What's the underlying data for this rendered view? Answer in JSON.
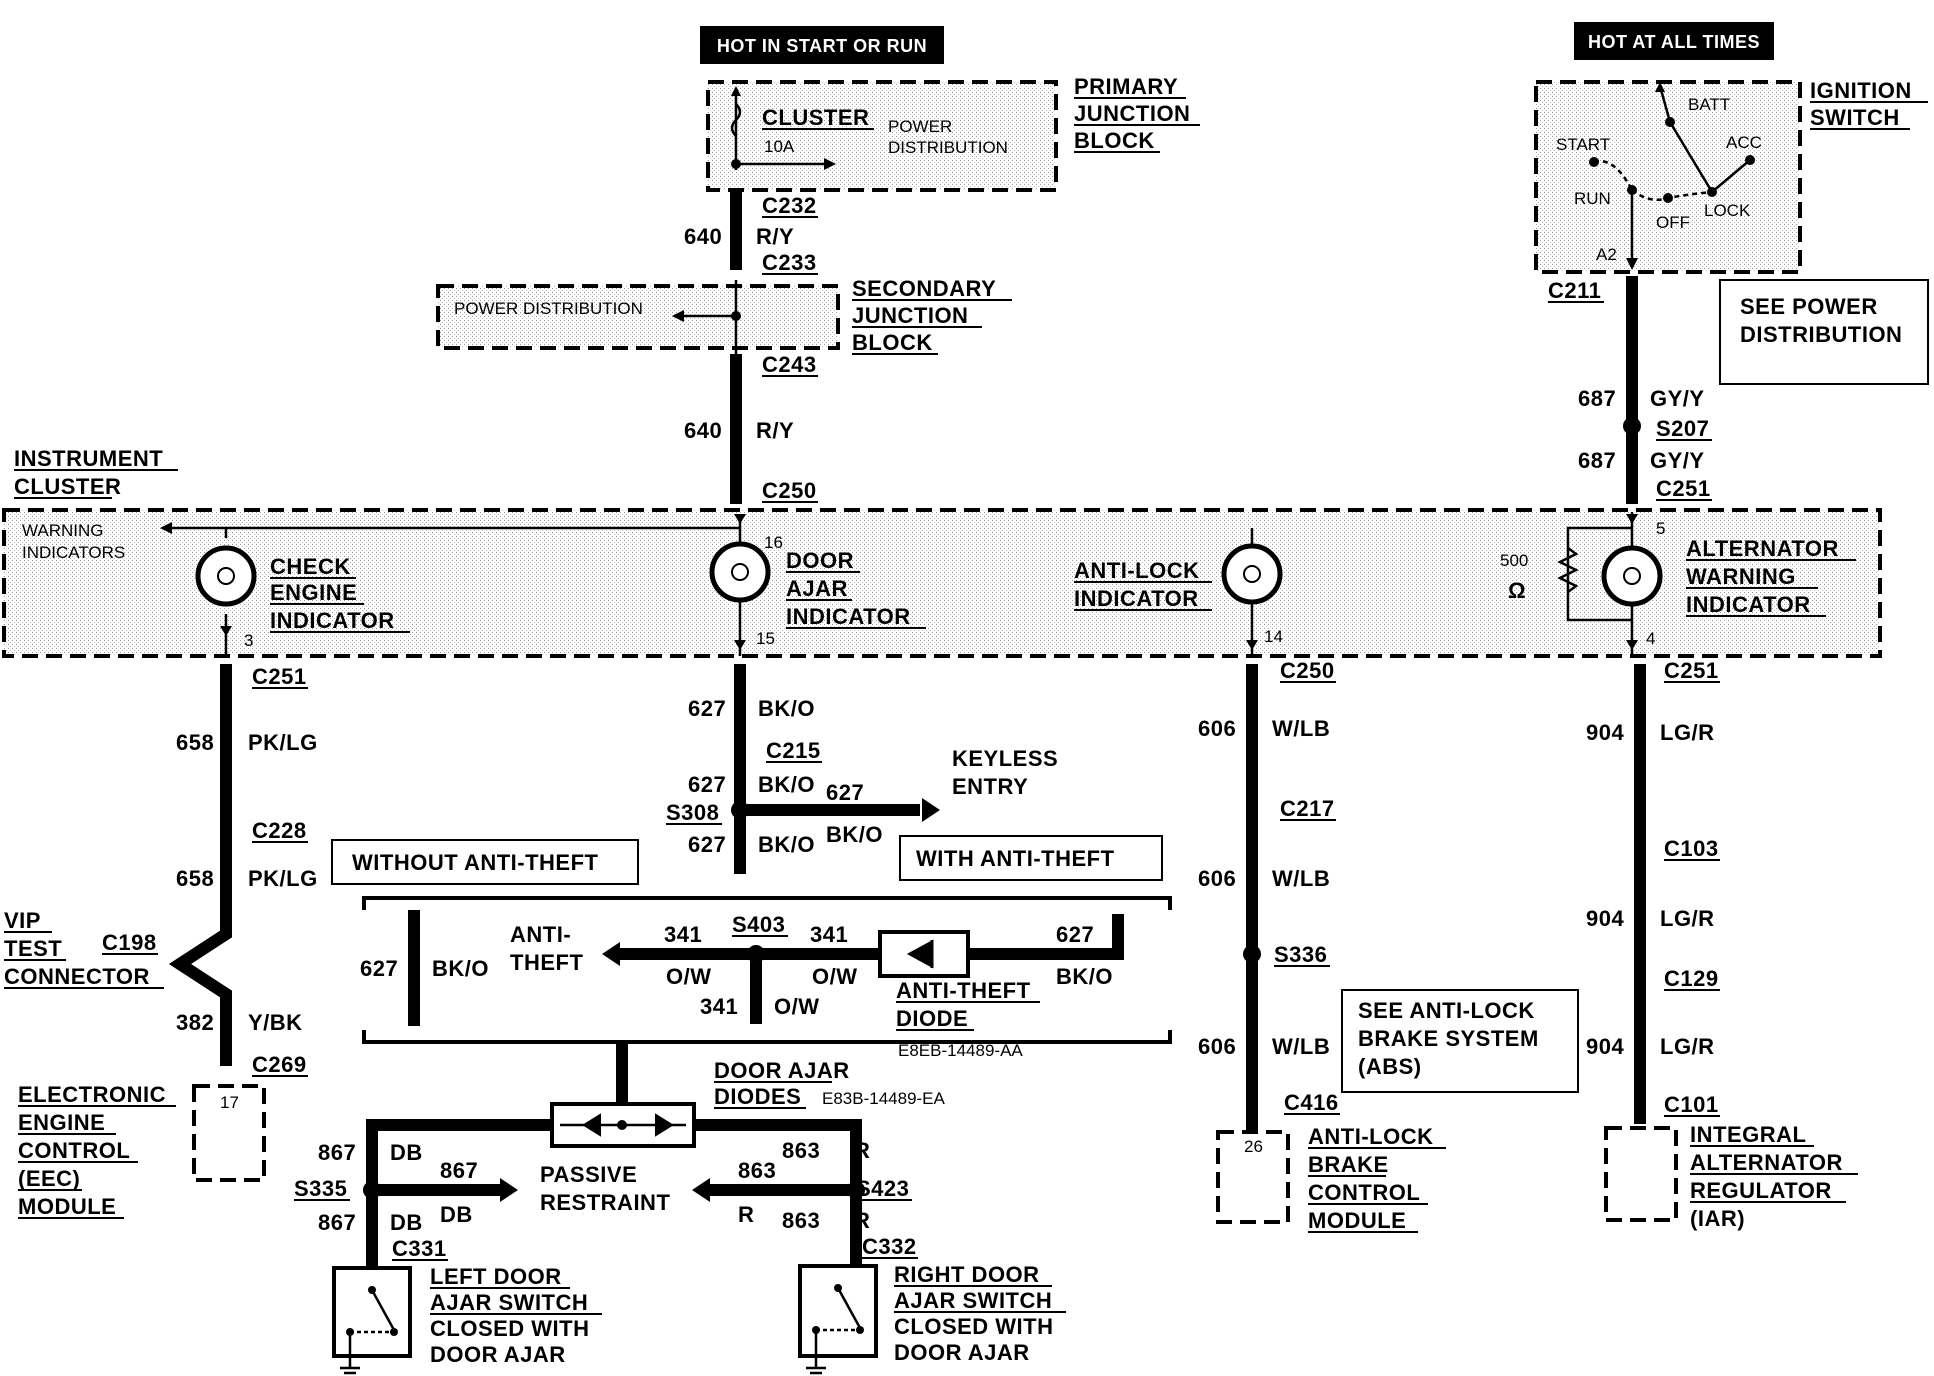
{
  "headers": {
    "hot_start_run": "HOT IN START OR RUN",
    "hot_all_times": "HOT AT ALL TIMES"
  },
  "primary_junction_block": {
    "title_lines": [
      "PRIMARY",
      "JUNCTION",
      "BLOCK"
    ],
    "fuse_name": "CLUSTER",
    "fuse_rating": "10A",
    "power_dist_lines": [
      "POWER",
      "DISTRIBUTION"
    ]
  },
  "secondary_junction_block": {
    "title_lines": [
      "SECONDARY",
      "JUNCTION",
      "BLOCK"
    ],
    "power_dist": "POWER DISTRIBUTION"
  },
  "ignition_switch": {
    "title_lines": [
      "IGNITION",
      "SWITCH"
    ],
    "positions": [
      "BATT",
      "START",
      "ACC",
      "RUN",
      "OFF",
      "LOCK",
      "A2"
    ]
  },
  "see_power_distribution": [
    "SEE POWER",
    "DISTRIBUTION"
  ],
  "instrument_cluster": {
    "title_lines": [
      "INSTRUMENT",
      "CLUSTER"
    ],
    "warning_indicators": [
      "WARNING",
      "INDICATORS"
    ],
    "check_engine": [
      "CHECK",
      "ENGINE",
      "INDICATOR"
    ],
    "door_ajar": [
      "DOOR",
      "AJAR",
      "INDICATOR"
    ],
    "anti_lock": [
      "ANTI-LOCK",
      "INDICATOR"
    ],
    "alternator": [
      "ALTERNATOR",
      "WARNING",
      "INDICATOR"
    ],
    "resistor_value": "500",
    "resistor_unit": "Ω",
    "pins": [
      "16",
      "15",
      "3",
      "14",
      "5",
      "4"
    ]
  },
  "connectors": {
    "c232": "C232",
    "c233": "C233",
    "c243": "C243",
    "c250": "C250",
    "c211": "C211",
    "s207": "S207",
    "c251": "C251",
    "c251_left": "C251",
    "c228": "C228",
    "c198": "C198",
    "c269": "C269",
    "c215": "C215",
    "s308": "S308",
    "s403": "S403",
    "c250_abs": "C250",
    "c217": "C217",
    "s336": "S336",
    "c416": "C416",
    "c251_alt": "C251",
    "c103": "C103",
    "c129": "C129",
    "c101": "C101",
    "s335": "S335",
    "s423": "S423",
    "c331": "C331",
    "c332": "C332"
  },
  "wires": {
    "w640a_num": "640",
    "w640a_col": "R/Y",
    "w640b_num": "640",
    "w640b_col": "R/Y",
    "w687a_num": "687",
    "w687a_col": "GY/Y",
    "w687b_num": "687",
    "w687b_col": "GY/Y",
    "w658a_num": "658",
    "w658a_col": "PK/LG",
    "w658b_num": "658",
    "w658b_col": "PK/LG",
    "w382_num": "382",
    "w382_col": "Y/BK",
    "w627a_num": "627",
    "w627a_col": "BK/O",
    "w627b_num": "627",
    "w627b_col": "BK/O",
    "w627c_num": "627",
    "w627d_num": "627",
    "w627d_col": "BK/O",
    "w627d_col2": "BK/O",
    "w627e_num": "627",
    "w627e_col": "BK/O",
    "w627f_num": "627",
    "w627f_col": "BK/O",
    "w341a": "341",
    "w341a_col": "O/W",
    "w341b": "341",
    "w341b_col": "O/W",
    "w341c": "341",
    "w341c_col": "O/W",
    "w606a_num": "606",
    "w606a_col": "W/LB",
    "w606b_num": "606",
    "w606b_col": "W/LB",
    "w606c_num": "606",
    "w606c_col": "W/LB",
    "w904a_num": "904",
    "w904a_col": "LG/R",
    "w904b_num": "904",
    "w904b_col": "LG/R",
    "w904c_num": "904",
    "w904c_col": "LG/R",
    "w867a_num": "867",
    "w867a_col": "DB",
    "w867b_num": "867",
    "w867b_col": "DB",
    "w867c_num": "867",
    "w867c_col": "DB",
    "w863a_num": "863",
    "w863a_col": "R",
    "w863b_num": "863",
    "w863b_col": "R",
    "w863c_num": "863",
    "w863c_col": "R"
  },
  "options": {
    "without_anti_theft": "WITHOUT ANTI-THEFT",
    "with_anti_theft": "WITH ANTI-THEFT"
  },
  "keyless_entry": [
    "KEYLESS",
    "ENTRY"
  ],
  "anti_theft": [
    "ANTI-",
    "THEFT"
  ],
  "anti_theft_diode": {
    "title_lines": [
      "ANTI-THEFT",
      "DIODE"
    ],
    "part": "E8EB-14489-AA"
  },
  "door_ajar_diodes": {
    "title_lines": [
      "DOOR AJAR",
      "DIODES"
    ],
    "part": "E83B-14489-EA"
  },
  "passive_restraint": [
    "PASSIVE",
    "RESTRAINT"
  ],
  "vip": [
    "VIP",
    "TEST",
    "CONNECTOR"
  ],
  "eec": {
    "lines": [
      "ELECTRONIC",
      "ENGINE",
      "CONTROL",
      "(EEC)",
      "MODULE"
    ],
    "pin": "17"
  },
  "see_abs": [
    "SEE ANTI-LOCK",
    "BRAKE SYSTEM",
    "(ABS)"
  ],
  "abs_module": {
    "lines": [
      "ANTI-LOCK",
      "BRAKE",
      "CONTROL",
      "MODULE"
    ],
    "pin": "26"
  },
  "iar": {
    "lines": [
      "INTEGRAL",
      "ALTERNATOR",
      "REGULATOR",
      "(IAR)"
    ]
  },
  "left_switch": [
    "LEFT DOOR",
    "AJAR SWITCH",
    "CLOSED WITH",
    "DOOR AJAR"
  ],
  "right_switch": [
    "RIGHT DOOR",
    "AJAR SWITCH",
    "CLOSED WITH",
    "DOOR AJAR"
  ]
}
